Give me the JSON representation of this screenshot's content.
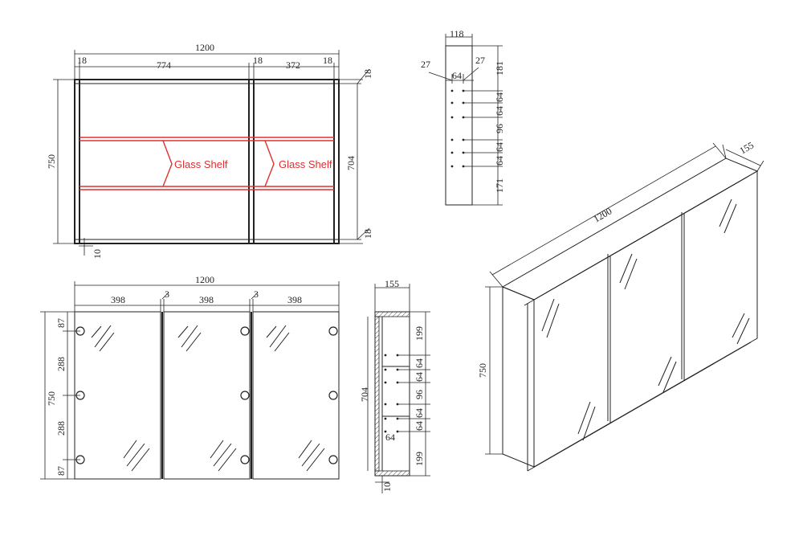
{
  "front_internal": {
    "overall_width": "1200",
    "top_segments": [
      "18",
      "774",
      "18",
      "372",
      "18"
    ],
    "height": "750",
    "inner_height": "704",
    "top_thickness": "18",
    "bottom_thickness": "18",
    "bottom_offset": "10",
    "shelf_label": "Glass Shelf"
  },
  "side_section_top": {
    "depth": "118",
    "left_offset": "27",
    "right_offset": "27",
    "hole_spacing": "64",
    "vertical_dims": [
      "181",
      "64",
      "64",
      "96",
      "64",
      "64",
      "171"
    ]
  },
  "front_doors": {
    "overall_width": "1200",
    "door_widths": [
      "398",
      "398",
      "398"
    ],
    "gaps": [
      "3",
      "3"
    ],
    "height": "750",
    "hinge_dims": [
      "87",
      "288",
      "288",
      "87"
    ]
  },
  "side_section_bottom": {
    "depth": "155",
    "height": "704",
    "vertical_dims": [
      "199",
      "64",
      "64",
      "96",
      "64",
      "64",
      "199"
    ],
    "hole_spacing": "64",
    "bottom_offset": "10"
  },
  "isometric": {
    "width": "1200",
    "depth": "155",
    "height": "750"
  }
}
